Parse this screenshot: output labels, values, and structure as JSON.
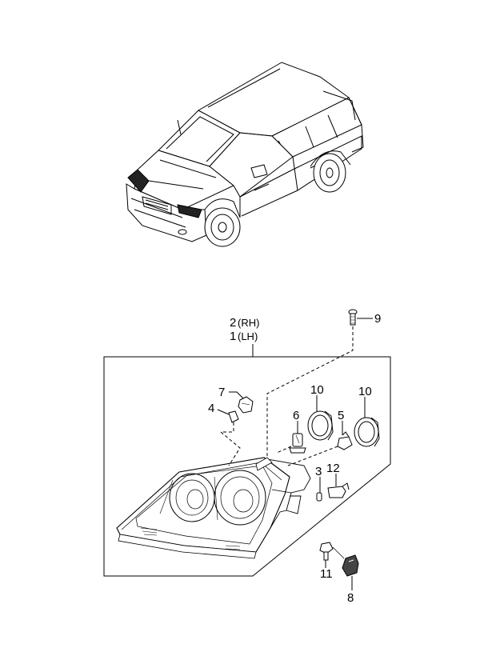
{
  "assembly": {
    "rh_number": "2",
    "rh_suffix": "(RH)",
    "lh_number": "1",
    "lh_suffix": "(LH)"
  },
  "callouts": [
    {
      "id": "9",
      "label": "9"
    },
    {
      "id": "7",
      "label": "7"
    },
    {
      "id": "4",
      "label": "4"
    },
    {
      "id": "6",
      "label": "6"
    },
    {
      "id": "10a",
      "label": "10"
    },
    {
      "id": "10b",
      "label": "10"
    },
    {
      "id": "5",
      "label": "5"
    },
    {
      "id": "3",
      "label": "3"
    },
    {
      "id": "12",
      "label": "12"
    },
    {
      "id": "11",
      "label": "11"
    },
    {
      "id": "8",
      "label": "8"
    }
  ]
}
